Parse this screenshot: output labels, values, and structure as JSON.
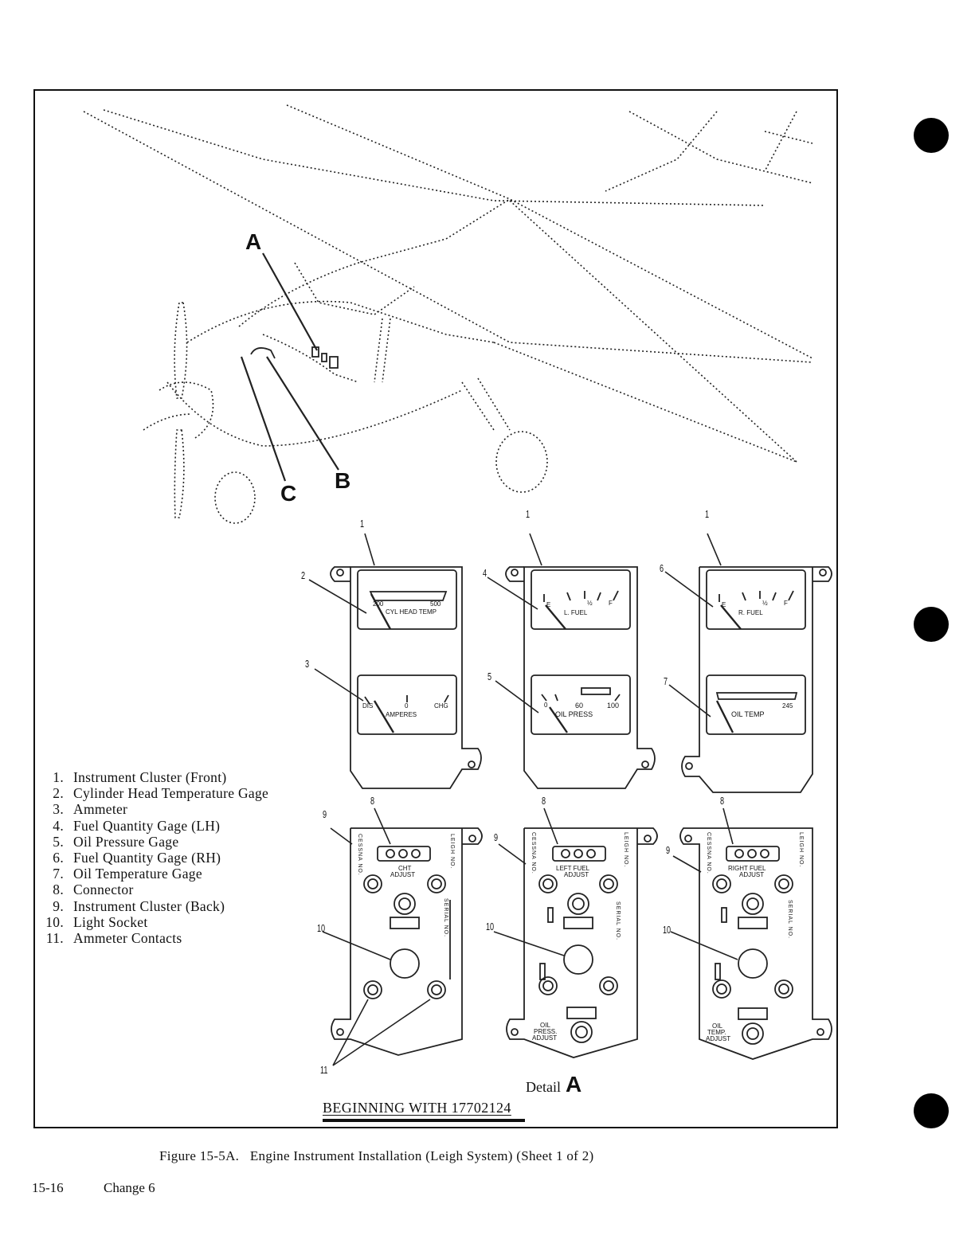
{
  "figure": {
    "caption": "Figure 15-5A.   Engine Instrument Installation (Leigh System) (Sheet 1 of 2)",
    "effectivity": "BEGINNING WITH 17702124",
    "detail_label": "Detail",
    "detail_letter": "A"
  },
  "footer": {
    "page_number": "15-16",
    "change": "Change 6"
  },
  "legend": [
    {
      "num": "1.",
      "text": "Instrument Cluster (Front)"
    },
    {
      "num": "2.",
      "text": "Cylinder Head Temperature Gage"
    },
    {
      "num": "3.",
      "text": "Ammeter"
    },
    {
      "num": "4.",
      "text": "Fuel Quantity Gage (LH)"
    },
    {
      "num": "5.",
      "text": "Oil Pressure Gage"
    },
    {
      "num": "6.",
      "text": "Fuel Quantity Gage (RH)"
    },
    {
      "num": "7.",
      "text": "Oil Temperature Gage"
    },
    {
      "num": "8.",
      "text": "Connector"
    },
    {
      "num": "9.",
      "text": "Instrument Cluster (Back)"
    },
    {
      "num": "10.",
      "text": "Light Socket"
    },
    {
      "num": "11.",
      "text": "Ammeter Contacts"
    }
  ],
  "aircraft_callouts": {
    "a": "A",
    "b": "B",
    "c": "C"
  },
  "callouts": {
    "n1": "1",
    "n2": "2",
    "n3": "3",
    "n4": "4",
    "n5": "5",
    "n6": "6",
    "n7": "7",
    "n8": "8",
    "n9": "9",
    "n10": "10",
    "n11": "11"
  },
  "gauges": {
    "cht": {
      "min": "200",
      "max": "500",
      "label": "CYL HEAD TEMP"
    },
    "amp": {
      "left": "DIS",
      "mid": "0",
      "right": "CHG",
      "label": "AMPERES"
    },
    "lfuel": {
      "e": "E",
      "half": "½",
      "f": "F",
      "label": "L. FUEL"
    },
    "oilp": {
      "zero": "0",
      "mid": "60",
      "max": "100",
      "label": "OIL  PRESS"
    },
    "rfuel": {
      "e": "E",
      "half": "½",
      "f": "F",
      "label": "R. FUEL"
    },
    "oilt": {
      "max": "245",
      "label": "OIL TEMP"
    }
  },
  "backs": {
    "cessna_no": "CESSNA NO.",
    "leigh_no": "LEIGH NO.",
    "serial_no": "SERIAL NO.",
    "left": {
      "adj1": "CHT",
      "adj2": "ADJUST"
    },
    "mid": {
      "adj1": "LEFT FUEL",
      "adj2": "ADJUST",
      "bot1": "OIL",
      "bot2": "PRESS.",
      "bot3": "ADJUST"
    },
    "right": {
      "adj1": "RIGHT FUEL",
      "adj2": "ADJUST",
      "bot1": "OIL",
      "bot2": "TEMP.",
      "bot3": "ADJUST"
    }
  }
}
